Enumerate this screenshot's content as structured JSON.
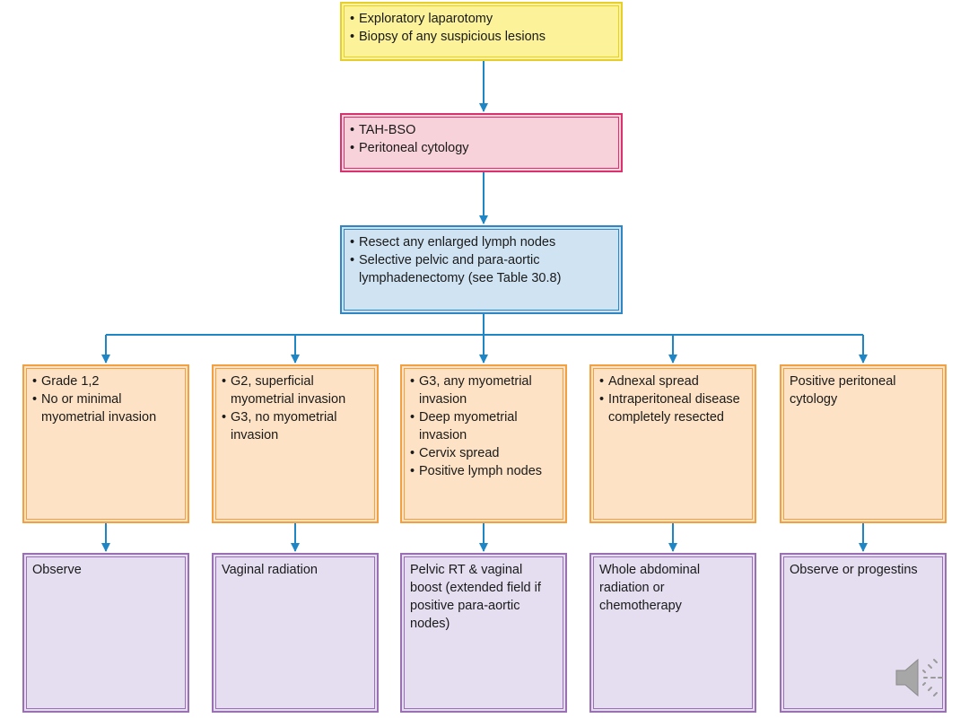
{
  "flowchart": {
    "step1": {
      "lines": [
        "Exploratory laparotomy",
        "Biopsy of any suspicious lesions"
      ]
    },
    "step2": {
      "lines": [
        "TAH-BSO",
        "Peritoneal cytology"
      ]
    },
    "step3": {
      "lines": [
        "Resect any enlarged lymph nodes",
        "Selective pelvic and para-aortic lymphadenectomy (see Table 30.8)"
      ]
    },
    "criteria": [
      {
        "lines": [
          "Grade 1,2",
          "No or minimal myometrial invasion"
        ]
      },
      {
        "lines": [
          "G2, superficial myometrial invasion",
          "G3, no myometrial invasion"
        ]
      },
      {
        "lines": [
          "G3, any myometrial invasion",
          "Deep myometrial invasion",
          "Cervix spread",
          "Positive lymph nodes"
        ]
      },
      {
        "lines": [
          "Adnexal spread",
          "Intraperitoneal disease completely resected"
        ]
      },
      {
        "text": "Positive peritoneal cytology"
      }
    ],
    "treatments": [
      {
        "text": "Observe"
      },
      {
        "text": "Vaginal radiation"
      },
      {
        "text": "Pelvic RT & vaginal boost (extended field if positive para-aortic nodes)"
      },
      {
        "text": "Whole abdominal radiation or chemotherapy"
      },
      {
        "text": "Observe or progestins"
      }
    ]
  },
  "colors": {
    "connector": "#1f86c6",
    "yellow_fill": "#fbf29a",
    "yellow_border": "#e6cf2a",
    "pink_fill": "#f8d2da",
    "pink_border": "#d9326f",
    "blue_fill": "#cfe3f3",
    "blue_border": "#2f86c3",
    "orange_fill": "#fde2c5",
    "orange_border": "#f2a040",
    "purple_fill": "#e5def0",
    "purple_border": "#9a6fb3"
  },
  "icons": {
    "audio": "speaker-icon"
  }
}
